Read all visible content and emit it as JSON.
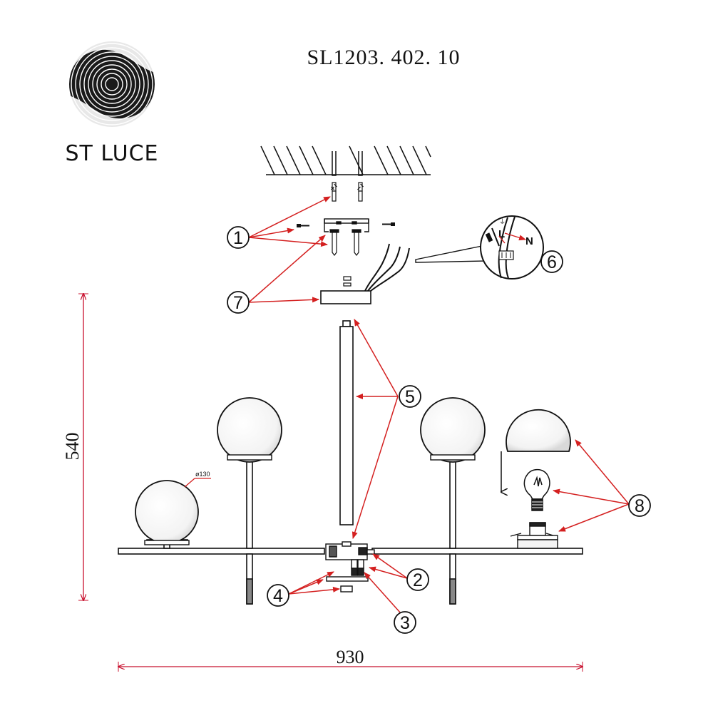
{
  "brand": {
    "name": "ST LUCE",
    "logo_icon": "swirl-logo-icon"
  },
  "model_number": "SL1203. 402. 10",
  "dimensions": {
    "height": "540",
    "width": "930",
    "globe_diameter": "ø130"
  },
  "wiring": {
    "live": "L",
    "neutral": "N"
  },
  "callouts": [
    "1",
    "2",
    "3",
    "4",
    "5",
    "6",
    "7",
    "8"
  ],
  "colors": {
    "line": "#111111",
    "leader": "#d42020",
    "dimension": "#c8102e"
  }
}
